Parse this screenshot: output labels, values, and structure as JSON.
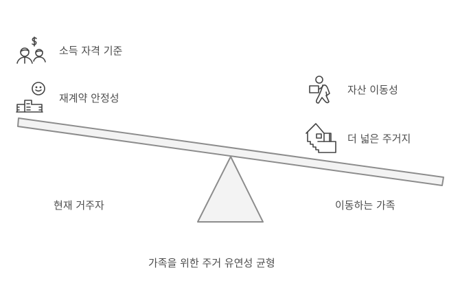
{
  "title": "가족을 위한 주거 유연성 균형",
  "left": {
    "group_label": "현재 거주자",
    "items": [
      {
        "label": "소득 자격 기준",
        "icon": "people-money-icon"
      },
      {
        "label": "재계약 안정성",
        "icon": "happy-building-icon"
      }
    ]
  },
  "right": {
    "group_label": "이동하는 가족",
    "items": [
      {
        "label": "자산 이동성",
        "icon": "person-carrying-box-icon"
      },
      {
        "label": "더 넓은 주거지",
        "icon": "house-stairs-icon"
      }
    ]
  },
  "colors": {
    "stroke": "#8c8c8c",
    "fill": "#f3f3f3",
    "text": "#4d4d4d",
    "icon": "#444444"
  }
}
